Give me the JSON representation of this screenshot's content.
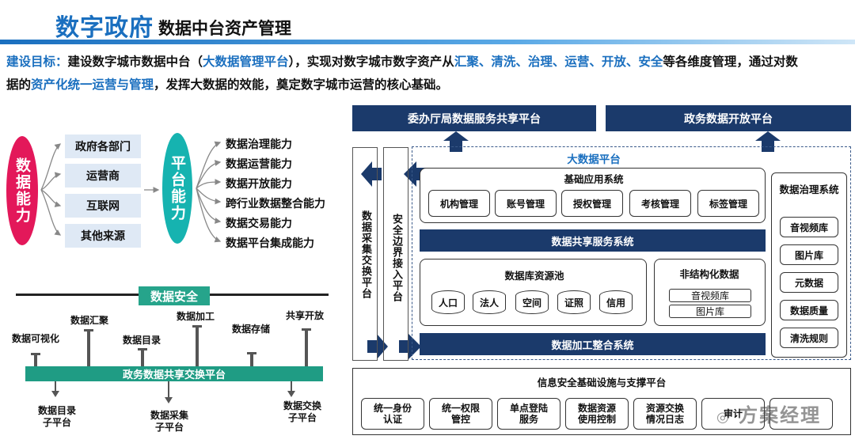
{
  "header": {
    "title_highlight": "数字政府",
    "title_rest": "数据中台资产管理"
  },
  "goal": {
    "label": "建设目标：",
    "t1": "建设数字城市数据中台（",
    "b1": "大数据管理平台",
    "t2": "），实现对数字城市数字资产从",
    "b2": "汇聚、清洗、治理、运营、开放、安全",
    "t3": "等各维度管理，通过对数",
    "t4": "据的",
    "b3": "资产化统一运营与管理",
    "t5": "，发挥大数据的效能，奠定数字城市运营的核心基础。"
  },
  "left": {
    "data_ability": "数据能力",
    "sources": [
      "政府各部门",
      "运营商",
      "互联网",
      "其他来源"
    ],
    "platform_ability": "平台能力",
    "capabilities": [
      "数据治理能力",
      "数据运营能力",
      "数据开放能力",
      "跨行业数据整合能力",
      "数据交易能力",
      "数据平台集成能力"
    ]
  },
  "security": {
    "label": "数据安全",
    "exchange_bar": "政务数据共享交换平台",
    "top_items": [
      "数据可视化",
      "数据汇聚",
      "数据目录",
      "数据加工",
      "数据存储",
      "共享开放"
    ],
    "bottom_items": [
      {
        "line1": "数据目录",
        "line2": "子平台"
      },
      {
        "line1": "数据采集",
        "line2": "子平台"
      },
      {
        "line1": "数据交换",
        "line2": "子平台"
      }
    ]
  },
  "right": {
    "top_left": "委办厅局数据服务共享平台",
    "top_right": "政务数据开放平台",
    "big_data": "大数据平台",
    "collect": "数据采集交换平台",
    "border": "安全边界接入平台",
    "base_app": "基础应用系统",
    "base_items": [
      "机构管理",
      "账号管理",
      "授权管理",
      "考核管理",
      "标签管理"
    ],
    "share_service": "数据共享服务系统",
    "db_pool": "数据库资源池",
    "db_items": [
      "人口",
      "法人",
      "空间",
      "证照",
      "信用"
    ],
    "unstruct": "非结构化数据",
    "unstruct_items": [
      "音视频库",
      "图片库"
    ],
    "process": "数据加工整合系统",
    "govern_title": "数据治理系统",
    "govern_items": [
      "音视频库",
      "图片库",
      "元数据",
      "数据质量",
      "清洗规则"
    ],
    "infra": "信息安全基础设施与支撑平台",
    "infra_items": [
      "统一身份认证",
      "统一权限管控",
      "单点登陆服务",
      "数据资源使用控制",
      "资源交换情况日志",
      "审计"
    ],
    "watermark": "方案经理"
  }
}
